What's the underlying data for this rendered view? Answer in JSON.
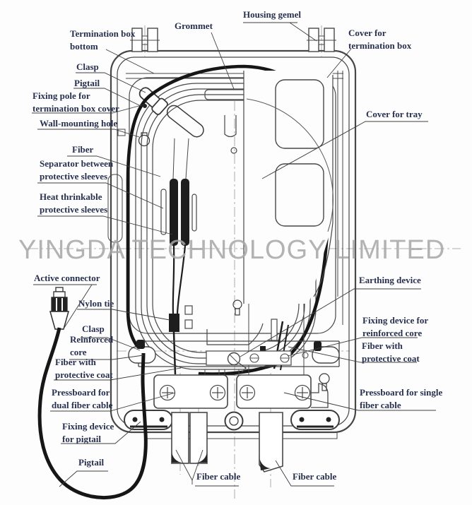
{
  "watermark": {
    "text": "YINGDA TECHNOLOGY LIMITED"
  },
  "colors": {
    "label_text": "#28304f",
    "line_art": "#474747",
    "fiber_black": "#161616",
    "watermark_gray": "#a7a7a7"
  },
  "labels": {
    "termination_box_bottom": "Termination box\nbottom",
    "clasp_top": "Clasp",
    "pigtail_top": "Pigtail",
    "fixing_pole": "Fixing pole for\ntermination box cover",
    "wall_mounting_hole": "Wall-mounting hole",
    "fiber": "Fiber",
    "separator": "Separator between\nprotective sleeves",
    "heat_shrinkable": "Heat thrinkable\nprotective sleeves",
    "active_connector": "Active connector",
    "nylon_tie": "Nylon tie",
    "clasp_mid": "Clasp",
    "reinforced_core": "Reinforced\ncore",
    "fiber_coat_left": "Fiber with\nprotective coat",
    "pressboard_dual": "Pressboard for\ndual fiber cable",
    "fixing_pigtail": "Fixing device\nfor pigtail",
    "pigtail_bottom": "Pigtail",
    "grommet": "Grommet",
    "housing_gemel": "Housing gemel",
    "cover_termination": "Cover for\ntermination box",
    "cover_tray": "Cover for tray",
    "earthing_device": "Earthing device",
    "fixing_reinforced": "Fixing device for\nreinforced core",
    "fiber_coat_right": "Fiber with\nprotective coat",
    "pressboard_single": "Pressboard for single\nfiber cable",
    "fiber_cable_right": "Fiber cable",
    "fiber_cable_center": "Fiber cable"
  }
}
